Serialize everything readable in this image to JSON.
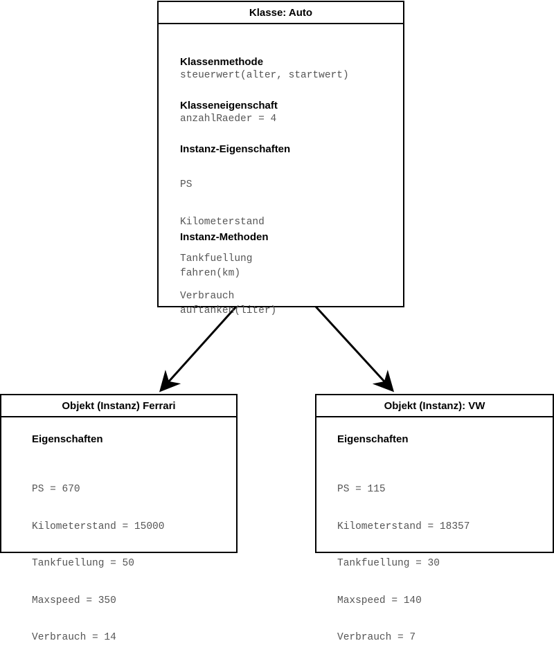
{
  "class_box": {
    "title": "Klasse: Auto",
    "class_method_heading": "Klassenmethode",
    "class_method": "steuerwert(alter, startwert)",
    "class_property_heading": "Klasseneigenschaft",
    "class_property": "anzahlRaeder = 4",
    "instance_properties_heading": "Instanz-Eigenschaften",
    "instance_properties": [
      "PS",
      "Kilometerstand",
      "Tankfuellung",
      "Verbrauch"
    ],
    "instance_methods_heading": "Instanz-Methoden",
    "instance_methods": [
      "fahren(km)",
      "auftanken(liter)"
    ]
  },
  "ferrari_box": {
    "title": "Objekt (Instanz) Ferrari",
    "heading": "Eigenschaften",
    "properties": [
      "PS = 670",
      "Kilometerstand = 15000",
      "Tankfuellung = 50",
      "Maxspeed = 350",
      "Verbrauch = 14"
    ]
  },
  "vw_box": {
    "title": "Objekt (Instanz): VW",
    "heading": "Eigenschaften",
    "properties": [
      "PS = 115",
      "Kilometerstand = 18357",
      "Tankfuellung = 30",
      "Maxspeed = 140",
      "Verbrauch = 7"
    ]
  }
}
